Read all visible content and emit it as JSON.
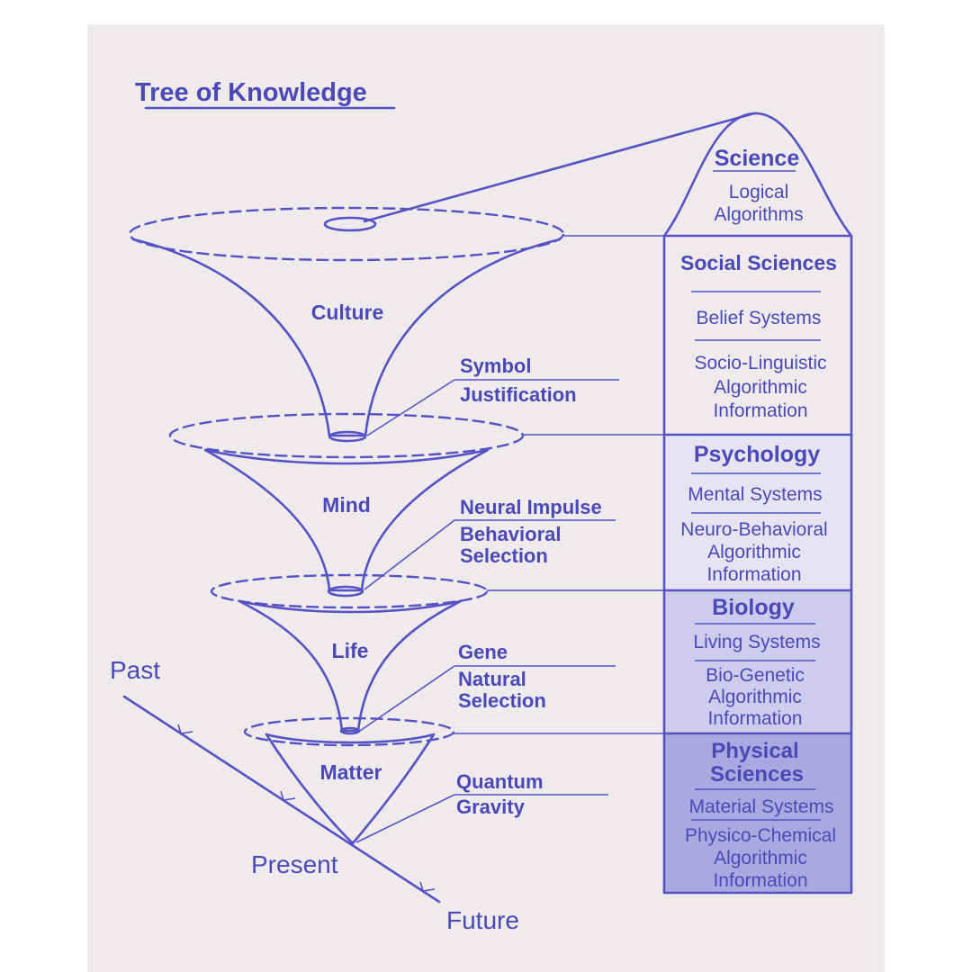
{
  "title": "Tree of Knowledge",
  "levels": [
    {
      "name": "Culture",
      "mechanism": [
        "Symbol",
        "Justification"
      ]
    },
    {
      "name": "Mind",
      "mechanism": [
        "Neural Impulse",
        "Behavioral",
        "Selection"
      ]
    },
    {
      "name": "Life",
      "mechanism": [
        "Gene",
        "Natural",
        "Selection"
      ]
    },
    {
      "name": "Matter",
      "mechanism": [
        "Quantum",
        "Gravity"
      ]
    }
  ],
  "column": [
    {
      "heading": [
        "Science"
      ],
      "systems": "",
      "info": [
        "Logical",
        "Algorithms"
      ]
    },
    {
      "heading": [
        "Social Sciences"
      ],
      "systems": "Belief Systems",
      "info": [
        "Socio-Linguistic",
        "Algorithmic",
        "Information"
      ]
    },
    {
      "heading": [
        "Psychology"
      ],
      "systems": "Mental Systems",
      "info": [
        "Neuro-Behavioral",
        "Algorithmic",
        "Information"
      ]
    },
    {
      "heading": [
        "Biology"
      ],
      "systems": "Living Systems",
      "info": [
        "Bio-Genetic",
        "Algorithmic",
        "Information"
      ]
    },
    {
      "heading": [
        "Physical",
        "Sciences"
      ],
      "systems": "Material Systems",
      "info": [
        "Physico-Chemical",
        "Algorithmic",
        "Information"
      ]
    }
  ],
  "timeline": {
    "past": "Past",
    "present": "Present",
    "future": "Future"
  },
  "colors": {
    "ink": "#5553c4",
    "paper": "#efebec",
    "shade_light": "#e3e0f0",
    "shade_mid": "#cfcbec",
    "shade_dark": "#aba7e0"
  }
}
